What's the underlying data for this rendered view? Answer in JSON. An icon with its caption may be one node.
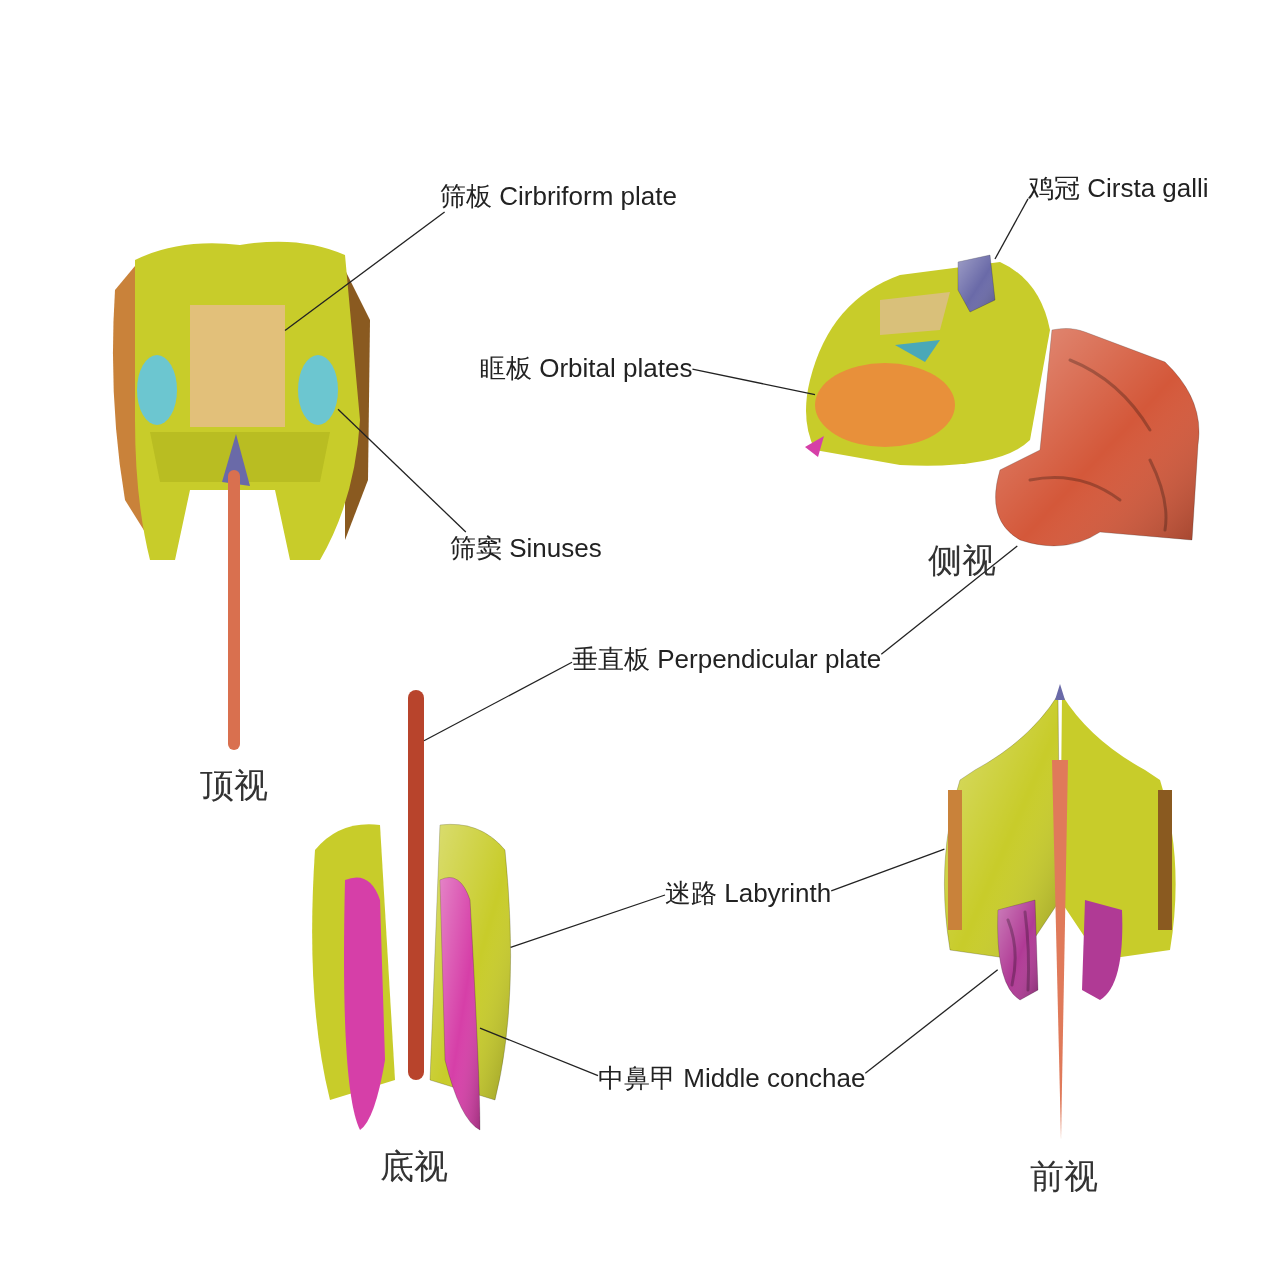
{
  "diagram": {
    "nodes": [
      {
        "text": [
          "筛板 Cirbriform plate"
        ]
      },
      {
        "text": [],
        "shape": "box"
      },
      {
        "text": [
          "鸡冠 Cirsta galli"
        ]
      },
      {
        "text": [],
        "shape": "picture"
      },
      {
        "text": [
          "眶板 Orbital plates"
        ]
      },
      {
        "text": [],
        "shape": "circle"
      },
      {
        "text": [
          "筛窦 Sinuses"
        ]
      },
      {
        "text": [],
        "shape": "circle"
      },
      {
        "text": [
          "垂直板 Perpendicular plate"
        ]
      },
      {
        "text": [],
        "shape": "bar"
      },
      {
        "text": [],
        "shape": "picture"
      },
      {
        "text": [
          "迷路 Labyrinth"
        ]
      },
      {
        "text": [],
        "shape": "picture"
      },
      {
        "text": [],
        "shape": "picture"
      },
      {
        "text": [
          "中鼻甲 Middle conchae"
        ]
      },
      {
        "text": [],
        "shape": "picture"
      },
      {
        "text": [],
        "shape": "picture"
      }
    ],
    "edges": [
      {
        "from": 0,
        "to": 1,
        "arrow": "none"
      },
      {
        "from": 2,
        "to": 3,
        "arrow": "none"
      },
      {
        "from": 4,
        "to": 7,
        "arrow": "none"
      },
      {
        "from": 6,
        "to": 5,
        "arrow": "none"
      },
      {
        "from": 8,
        "to": 9,
        "arrow": "none"
      },
      {
        "from": 8,
        "to": 10,
        "arrow": "none"
      },
      {
        "from": 11,
        "to": 12,
        "arrow": "none"
      },
      {
        "from": 11,
        "to": 13,
        "arrow": "none"
      },
      {
        "from": 14,
        "to": 15,
        "arrow": "none"
      },
      {
        "from": 14,
        "to": 16,
        "arrow": "none"
      }
    ],
    "labels": [
      "侧视",
      "顶视",
      "底视",
      "前视"
    ]
  }
}
